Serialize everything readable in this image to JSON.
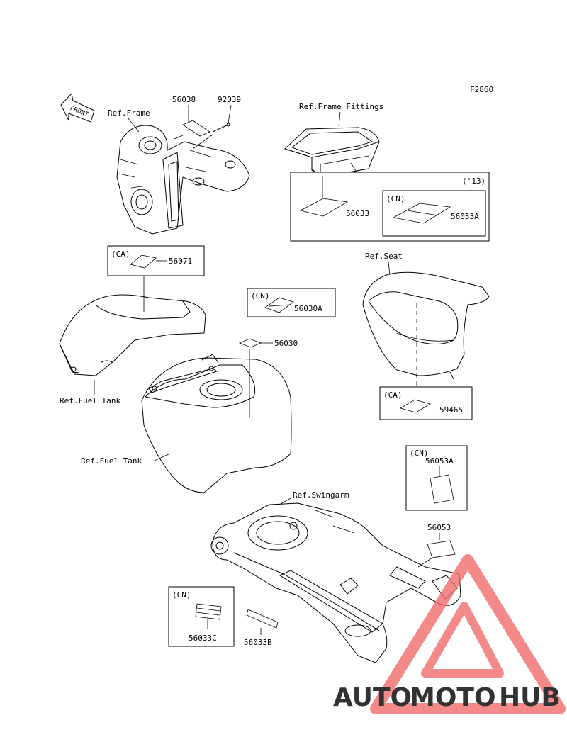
{
  "diagram": {
    "figure_code": "F2860",
    "front_arrow_label": "FRONT",
    "refs": {
      "frame": "Ref.Frame",
      "frame_fittings": "Ref.Frame Fittings",
      "seat": "Ref.Seat",
      "fuel_tank_1": "Ref.Fuel Tank",
      "fuel_tank_2": "Ref.Fuel Tank",
      "swingarm": "Ref.Swingarm"
    },
    "markets": {
      "ca_top": "(CA)",
      "cn_frame": "(CN)",
      "year_13": "('13)",
      "cn_56030a": "(CN)",
      "ca_seat": "(CA)",
      "cn_56053a": "(CN)",
      "cn_56033c": "(CN)"
    },
    "parts": {
      "p56038": "56038",
      "p92039": "92039",
      "p56033": "56033",
      "p56033A": "56033A",
      "p56071": "56071",
      "p56030A": "56030A",
      "p56030": "56030",
      "p59465": "59465",
      "p56053A": "56053A",
      "p56053": "56053",
      "p56033C": "56033C",
      "p56033B": "56033B"
    }
  },
  "watermark": {
    "part1": "AUTO",
    "part2": "MOTO",
    "part3": "HUB",
    "color1": "#f5b26b",
    "color2": "#f26c6c",
    "color3": "#555555"
  }
}
